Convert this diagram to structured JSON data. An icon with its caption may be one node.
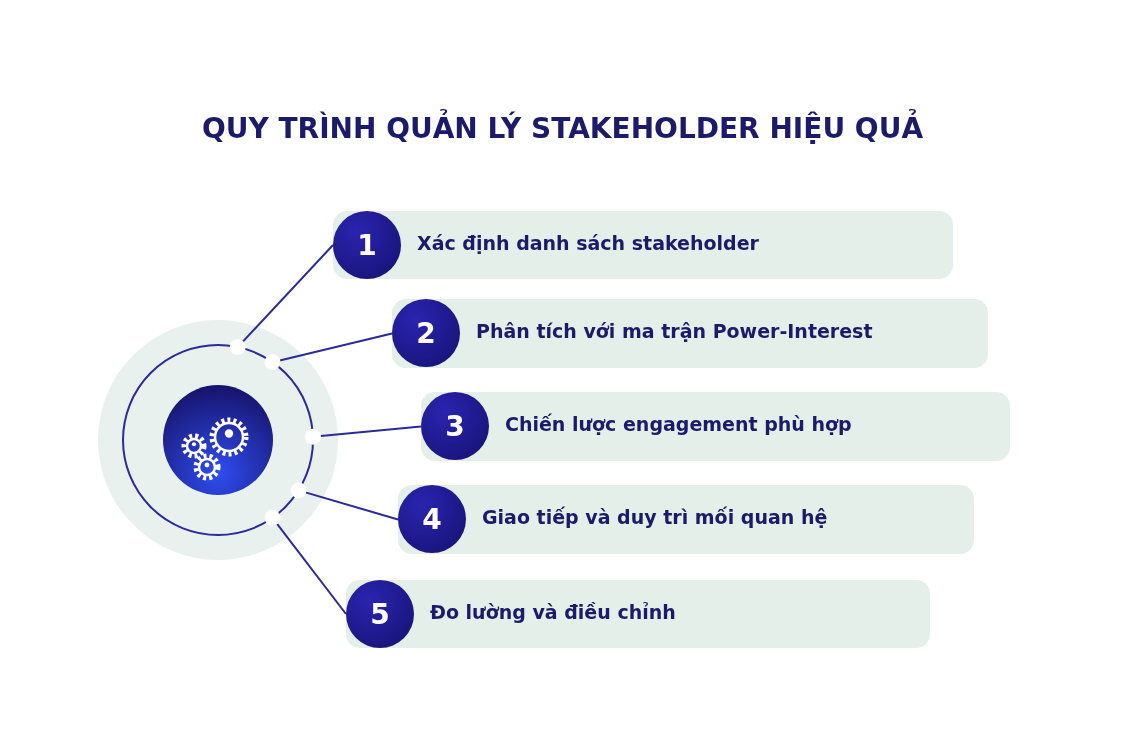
{
  "diagram": {
    "title": "QUY TRÌNH QUẢN LÝ STAKEHOLDER HIỆU QUẢ",
    "nodes": [
      {
        "text": [],
        "shape": "circle"
      },
      {
        "text": [
          "1",
          "Xác định danh sách stakeholder"
        ]
      },
      {
        "text": [
          "2",
          "Phân tích với ma trận Power-Interest"
        ]
      },
      {
        "text": [
          "3",
          "Chiến lược engagement phù hợp"
        ]
      },
      {
        "text": [
          "4",
          "Giao tiếp và duy trì mối quan hệ"
        ]
      },
      {
        "text": [
          "5",
          "Đo lường và điều chỉnh"
        ]
      }
    ],
    "edges": [
      {
        "from": 0,
        "to": 1,
        "arrow": "none"
      },
      {
        "from": 0,
        "to": 2,
        "arrow": "none"
      },
      {
        "from": 0,
        "to": 3,
        "arrow": "none"
      },
      {
        "from": 0,
        "to": 4,
        "arrow": "none"
      },
      {
        "from": 0,
        "to": 5,
        "arrow": "none"
      }
    ]
  }
}
